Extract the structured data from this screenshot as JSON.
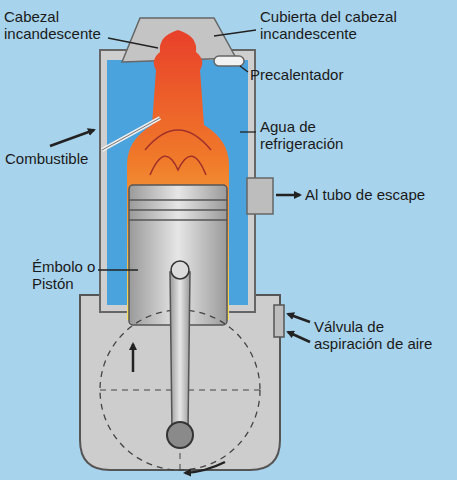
{
  "diagram": {
    "labels": [
      "Cabezal incandescente",
      "Cubierta del cabezal incandescente",
      "Precalentador",
      "Combustible",
      "Agua de refrigeración",
      "Al tubo de escape",
      "Émbolo o Pistón",
      "Válvula de aspiración de aire"
    ]
  }
}
